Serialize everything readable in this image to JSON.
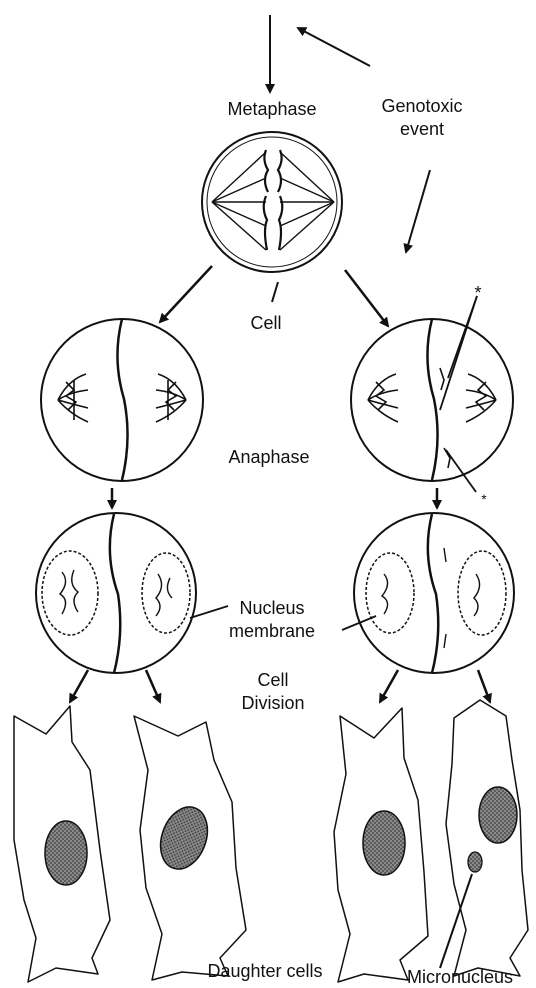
{
  "labels": {
    "metaphase": "Metaphase",
    "genotoxic_line1": "Genotoxic",
    "genotoxic_line2": "event",
    "cell": "Cell",
    "anaphase": "Anaphase",
    "nucleus_line1": "Nucleus",
    "nucleus_line2": "membrane",
    "division_line1": "Cell",
    "division_line2": "Division",
    "daughter_cells": "Daughter cells",
    "micronucleus": "Micronucleus",
    "star_top": "*",
    "star_bottom": "*"
  },
  "colors": {
    "ink": "#111111",
    "nucleus_fill": "#7a7a7a",
    "background": "#ffffff"
  }
}
